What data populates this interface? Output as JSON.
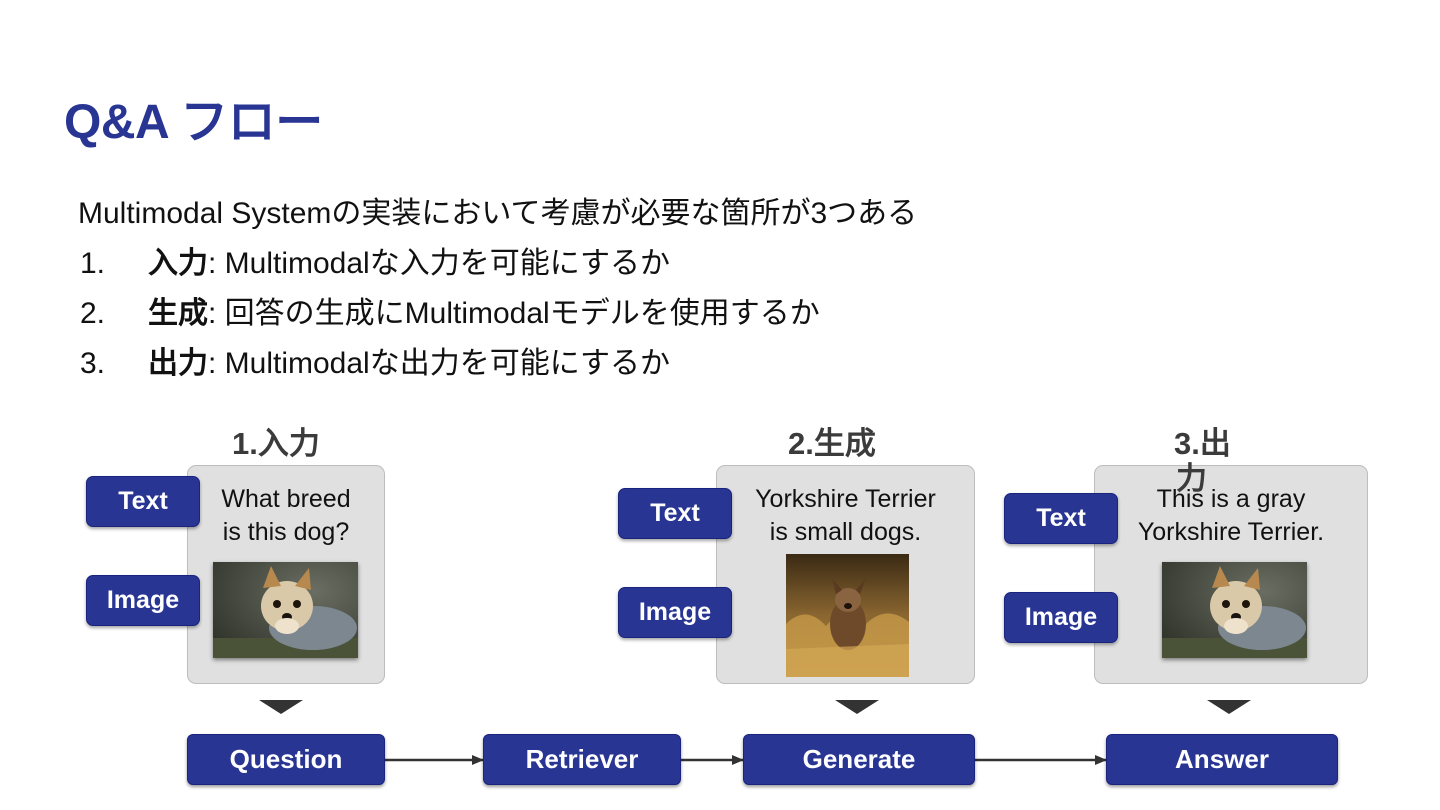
{
  "title": "Q&A フロー",
  "intro": "Multimodal Systemの実装において考慮が必要な箇所が3つある",
  "items": [
    {
      "num": "1.",
      "bold": "入力",
      "rest": ": Multimodalな入力を可能にするか"
    },
    {
      "num": "2.",
      "bold": "生成",
      "rest": ": 回答の生成にMultimodalモデルを使用するか"
    },
    {
      "num": "3.",
      "bold": "出力",
      "rest": ": Multimodalな出力を可能にするか"
    }
  ],
  "sections": {
    "input": {
      "title": "1.入力",
      "text_chip": "Text",
      "image_chip": "Image",
      "line1": "What breed",
      "line2": "is this dog?",
      "photo": "yorkshire-terrier-photo"
    },
    "generate": {
      "title": "2.生成",
      "text_chip": "Text",
      "image_chip": "Image",
      "line1": "Yorkshire Terrier",
      "line2": "is small dogs.",
      "photo": "running-dog-photo"
    },
    "output": {
      "title_line1": "3.出",
      "title_line2": "力",
      "text_chip": "Text",
      "image_chip": "Image",
      "line1": "This is a gray",
      "line2": "Yorkshire Terrier.",
      "photo": "yorkshire-terrier-photo"
    }
  },
  "flow": [
    "Question",
    "Retriever",
    "Generate",
    "Answer"
  ],
  "colors": {
    "accent": "#283593",
    "card": "#e0e0e0",
    "arrow": "#333333"
  }
}
